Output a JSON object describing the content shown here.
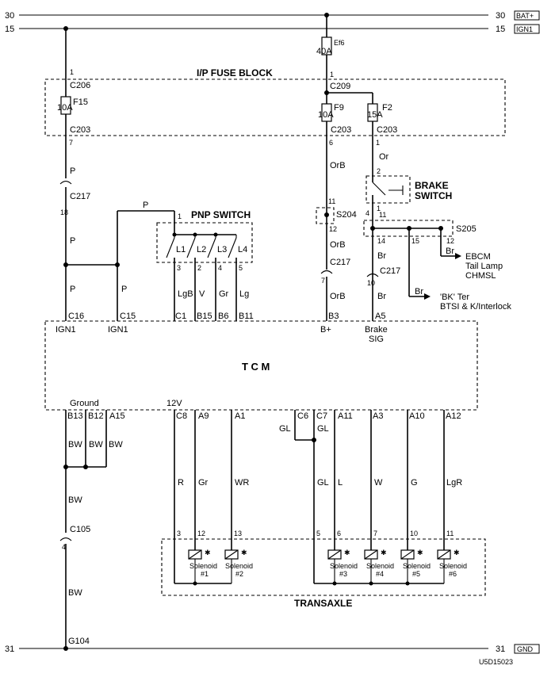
{
  "rails": {
    "bat_num": "30",
    "bat_tag": "BAT+",
    "ign_num": "15",
    "ign_tag": "IGN1",
    "gnd_num": "31",
    "gnd_tag": "GND"
  },
  "fuse_block": {
    "title": "I/P FUSE BLOCK",
    "ef6_name": "Ef6",
    "ef6_rating": "40A",
    "ef6_pin": "1",
    "c209": "C209",
    "f15_pin": "1",
    "c206": "C206",
    "f15_name": "F15",
    "f15_rating": "10A",
    "f15_conn": "C203",
    "f15_out": "7",
    "f9_name": "F9",
    "f9_rating": "10A",
    "f9_conn": "C203",
    "f9_out": "6",
    "f2_name": "F2",
    "f2_rating": "15A",
    "f2_conn": "C203",
    "f2_out": "1"
  },
  "left": {
    "wire_p1": "P",
    "c217": "C217",
    "c217_pin": "18",
    "wire_p2": "P",
    "wire_p3": "P",
    "wire_p4": "P",
    "wire_p_top": "P"
  },
  "pnp": {
    "title": "PNP SWITCH",
    "in_pin": "1",
    "contacts": [
      "L1",
      "L2",
      "L3",
      "L4"
    ],
    "pins": [
      "3",
      "2",
      "4",
      "5"
    ],
    "wires": [
      "LgB",
      "V",
      "Gr",
      "Lg"
    ]
  },
  "mid": {
    "wire_orb1": "OrB",
    "s204_pin_top": "11",
    "s204": "S204",
    "s204_pin_bot": "12",
    "wire_orb2": "OrB",
    "c217": "C217",
    "c217_pin": "7",
    "wire_orb3": "OrB"
  },
  "brake": {
    "wire_or": "Or",
    "pin_top": "2",
    "title1": "BRAKE",
    "title2": "SWITCH",
    "pin_bot": "1",
    "s205_left": "4",
    "s205_in": "11",
    "s205": "S205",
    "s205_pins": [
      "14",
      "15",
      "12"
    ],
    "br1": "Br",
    "br2": "Br",
    "br3": "Br",
    "br4": "Br",
    "c217": "C217",
    "c217_pin": "10",
    "ebcm1": "EBCM",
    "ebcm2": "Tail Lamp",
    "ebcm3": "CHMSL",
    "bk1": "'BK' Ter",
    "bk2": "BTSI & K/Interlock"
  },
  "tcm": {
    "title": "T C M",
    "top_pins": [
      "C16",
      "C15",
      "C1",
      "B15",
      "B6",
      "B11",
      "B3",
      "A5"
    ],
    "top_names": [
      "IGN1",
      "IGN1",
      "B+",
      "Brake",
      "SIG"
    ],
    "ground": "Ground",
    "v12": "12V",
    "bottom_pins": [
      "B13",
      "B12",
      "A15",
      "C8",
      "A9",
      "A1",
      "C6",
      "C7",
      "A11",
      "A3",
      "A10",
      "A12"
    ]
  },
  "ground_side": {
    "bw1": "BW",
    "bw2": "BW",
    "bw3": "BW",
    "bw4": "BW",
    "c105": "C105",
    "c105_pin": "4",
    "bw5": "BW",
    "g104": "G104"
  },
  "outputs": {
    "wire_colors": [
      "R",
      "Gr",
      "WR",
      "GL",
      "GL",
      "L",
      "W",
      "G",
      "LgR"
    ],
    "gl_side": "GL",
    "conn_pins": [
      "3",
      "12",
      "13",
      "5",
      "6",
      "7",
      "10",
      "11"
    ]
  },
  "transaxle": {
    "title": "TRANSAXLE",
    "solenoids": [
      {
        "label": "Solenoid",
        "num": "#1"
      },
      {
        "label": "Solenoid",
        "num": "#2"
      },
      {
        "label": "Solenoid",
        "num": "#3"
      },
      {
        "label": "Solenoid",
        "num": "#4"
      },
      {
        "label": "Solenoid",
        "num": "#5"
      },
      {
        "label": "Solenoid",
        "num": "#6"
      }
    ]
  },
  "footer": {
    "code": "U5D15023"
  }
}
